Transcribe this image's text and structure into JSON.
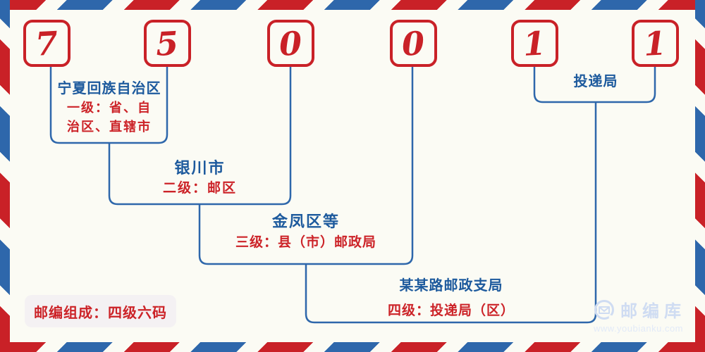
{
  "postal_code": {
    "digits": [
      "7",
      "5",
      "0",
      "0",
      "1",
      "1"
    ]
  },
  "labels": {
    "level1": {
      "name": "宁夏回族自治区",
      "desc_line1": "一级：省、自",
      "desc_line2": "治区、直辖市"
    },
    "level2": {
      "name": "银川市",
      "desc": "二级：邮区"
    },
    "level3": {
      "name": "金凤区等",
      "desc": "三级：县（市）邮政局"
    },
    "level4": {
      "name": "某某路邮政支局",
      "desc": "四级：投递局（区）"
    },
    "delivery": {
      "name": "投递局"
    }
  },
  "badge": {
    "text": "邮编组成：四级六码"
  },
  "watermark": {
    "site_name": "邮编库",
    "url": "www.youbianku.com",
    "icon": "envelope-circle-icon"
  },
  "colors": {
    "red": "#c92127",
    "blue": "#2e67ab",
    "text_blue": "#1d5a9d",
    "text_red": "#cc2328",
    "background": "#fbfbf4"
  }
}
